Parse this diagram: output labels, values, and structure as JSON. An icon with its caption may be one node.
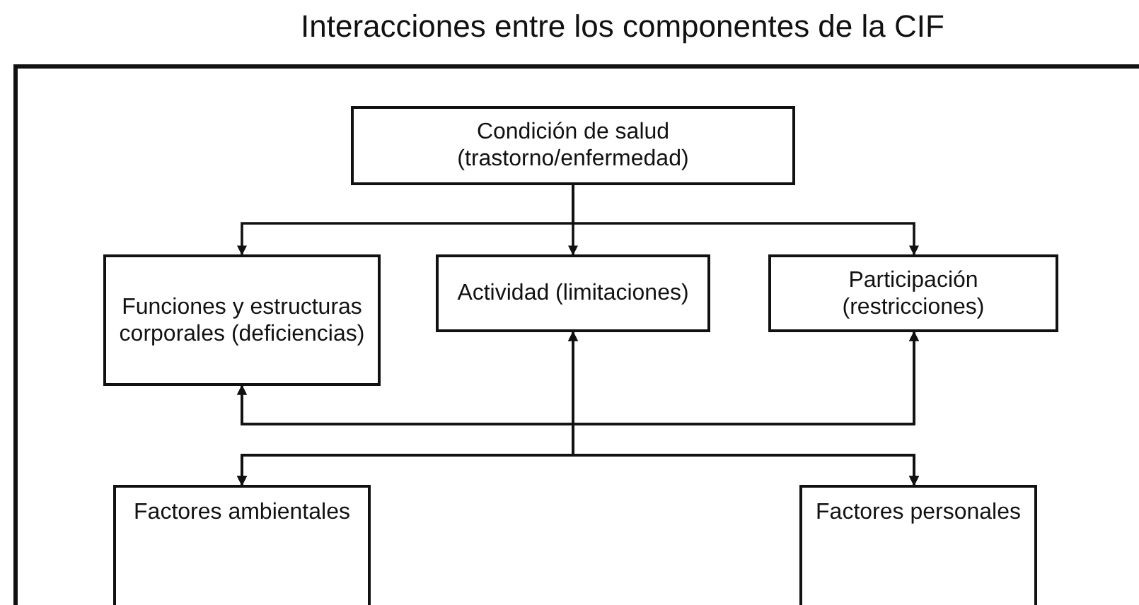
{
  "diagram": {
    "title": "Interacciones entre los componentes de la CIF",
    "nodes": [
      {
        "text": [
          "Condición de salud (trastorno/enfermedad)"
        ]
      },
      {
        "text": [
          "Funciones y estructuras corporales (deficiencias)"
        ]
      },
      {
        "text": [
          "Actividad (limitaciones)"
        ]
      },
      {
        "text": [
          "Participación (restricciones)"
        ]
      },
      {
        "text": [
          "Factores ambientales"
        ]
      },
      {
        "text": [
          "Factores personales"
        ]
      }
    ],
    "edges": [
      {
        "from": 0,
        "to": 1,
        "arrow": "to"
      },
      {
        "from": 0,
        "to": 2,
        "arrow": "to"
      },
      {
        "from": 0,
        "to": 3,
        "arrow": "to"
      },
      {
        "from": 4,
        "to": 1,
        "arrow": "both"
      },
      {
        "from": 4,
        "to": 2,
        "arrow": "both"
      },
      {
        "from": 4,
        "to": 3,
        "arrow": "both"
      },
      {
        "from": 5,
        "to": 1,
        "arrow": "both"
      },
      {
        "from": 5,
        "to": 2,
        "arrow": "both"
      },
      {
        "from": 5,
        "to": 3,
        "arrow": "both"
      }
    ]
  }
}
